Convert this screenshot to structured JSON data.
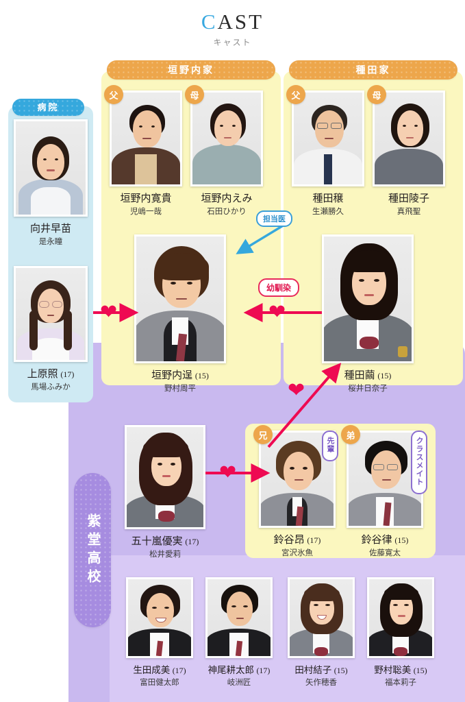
{
  "title": {
    "main": "CAST",
    "sub": "キャスト"
  },
  "sections": {
    "kakinouchi": {
      "label": "垣野内家"
    },
    "taneda": {
      "label": "種田家"
    },
    "hospital": {
      "label": "病院"
    },
    "school": {
      "label": "紫堂高校"
    }
  },
  "relations": {
    "attending_doctor": "担当医",
    "childhood_friends": "幼馴染",
    "senior": "先輩",
    "classmate": "クラスメイト",
    "father": "父",
    "mother": "母",
    "older_brother": "兄",
    "younger_brother": "弟"
  },
  "characters": {
    "mukai_sanae": {
      "name": "向井早苗",
      "age": "",
      "actor": "是永瞳"
    },
    "uehara_teru": {
      "name": "上原照",
      "age": "(17)",
      "actor": "馬場ふみか"
    },
    "kaki_father": {
      "name": "垣野内寛貴",
      "age": "",
      "actor": "児嶋一哉"
    },
    "kaki_mother": {
      "name": "垣野内えみ",
      "age": "",
      "actor": "石田ひかり"
    },
    "taneda_father": {
      "name": "種田穣",
      "age": "",
      "actor": "生瀬勝久"
    },
    "taneda_mother": {
      "name": "種田陵子",
      "age": "",
      "actor": "真飛聖"
    },
    "kaki_susumu": {
      "name": "垣野内逞",
      "age": "(15)",
      "actor": "野村周平"
    },
    "taneda_mayu": {
      "name": "種田繭",
      "age": "(15)",
      "actor": "桜井日奈子"
    },
    "igarashi_yumi": {
      "name": "五十嵐優実",
      "age": "(17)",
      "actor": "松井愛莉"
    },
    "suzuya_ko": {
      "name": "鈴谷昂",
      "age": "(17)",
      "actor": "宮沢氷魚"
    },
    "suzuya_ritsu": {
      "name": "鈴谷律",
      "age": "(15)",
      "actor": "佐藤寛太"
    },
    "ikuta_narumi": {
      "name": "生田成美",
      "age": "(17)",
      "actor": "富田健太郎"
    },
    "kamio_kotaro": {
      "name": "神尾耕太郎",
      "age": "(17)",
      "actor": "岐洲匠"
    },
    "tamura_yuko": {
      "name": "田村結子",
      "age": "(15)",
      "actor": "矢作穂香"
    },
    "nomura_satomi": {
      "name": "野村聡美",
      "age": "(15)",
      "actor": "福本莉子"
    }
  },
  "colors": {
    "family_panel": "#fbf7bf",
    "hospital_panel": "#cfeaf3",
    "school_panel": "#c9b9ef",
    "school_panel_light": "#d8c9f5",
    "orange_pill": "#eda64b",
    "blue_pill": "#35a8dd",
    "purple_pill": "#a68ce0",
    "love_arrow": "#ee0a52",
    "doctor_arrow": "#35a8dd",
    "title_accent": "#37a8e0"
  }
}
